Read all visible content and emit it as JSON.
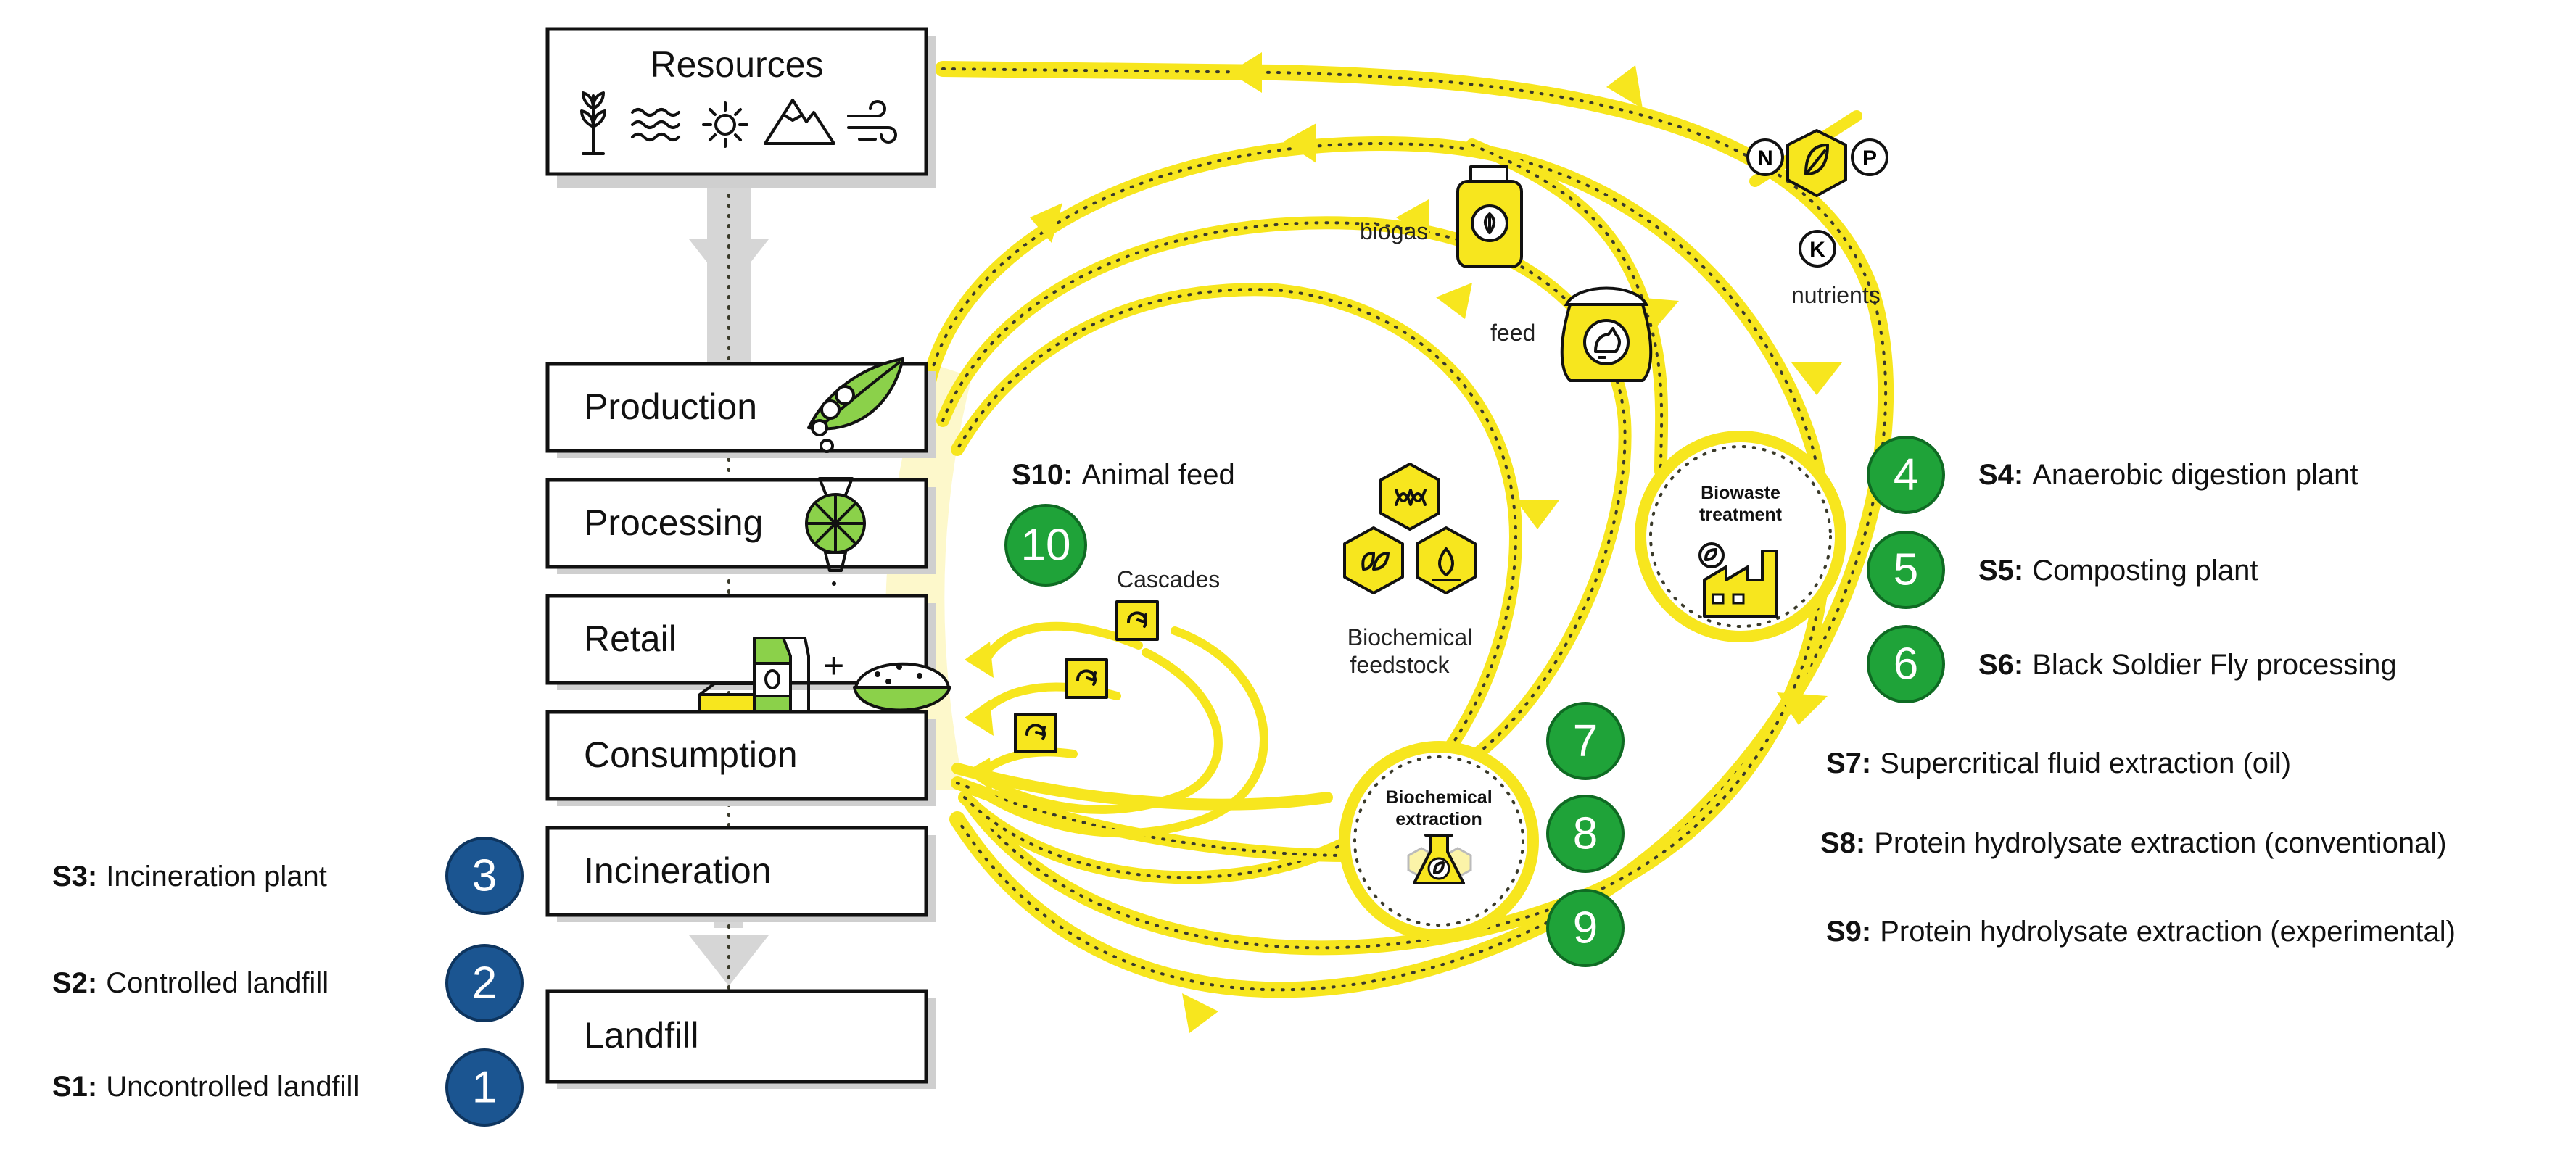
{
  "stages": {
    "resources": "Resources",
    "production": "Production",
    "processing": "Processing",
    "retail": "Retail",
    "consumption": "Consumption",
    "incineration": "Incineration",
    "landfill": "Landfill"
  },
  "icons": {
    "resources": [
      "plant-icon",
      "water-icon",
      "sun-icon",
      "mountain-icon",
      "wind-icon"
    ],
    "production": "pea-pod-icon",
    "processing": "grinder-icon",
    "retail": [
      "tofu-icon",
      "milk-carton-icon",
      "rice-bowl-icon"
    ],
    "biogas": "gas-cylinder-icon",
    "feed": "feed-sack-icon",
    "nutrients": "npk-icon",
    "biochemical_feedstock": "hexagon-cluster-icon",
    "biowaste_treatment": "factory-icon",
    "biochemical_extraction": "flask-icon",
    "cascades": "recycle-box-icon"
  },
  "retail_plus": "+",
  "labels": {
    "biogas": "biogas",
    "feed": "feed",
    "nutrients": "nutrients",
    "npk": [
      "N",
      "P",
      "K"
    ],
    "cascades": "Cascades",
    "biochemical_feedstock": [
      "Biochemical",
      "feedstock"
    ],
    "biowaste_treatment": [
      "Biowaste",
      "treatment"
    ],
    "biochemical_extraction": [
      "Biochemical",
      "extraction"
    ]
  },
  "scenarios_left": [
    {
      "num": "3",
      "id": "S3:",
      "text": "Incineration  plant"
    },
    {
      "num": "2",
      "id": "S2:",
      "text": "Controlled landfill"
    },
    {
      "num": "1",
      "id": "S1:",
      "text": "Uncontrolled landfill"
    }
  ],
  "scenario_s10": {
    "num": "10",
    "id": "S10:",
    "text": "Animal feed"
  },
  "scenarios_right": [
    {
      "num": "4",
      "id": "S4:",
      "text": "Anaerobic digestion plant"
    },
    {
      "num": "5",
      "id": "S5:",
      "text": "Composting plant"
    },
    {
      "num": "6",
      "id": "S6:",
      "text": "Black Soldier Fly processing"
    },
    {
      "num": "7",
      "id": "S7:",
      "text": "Supercritical fluid extraction (oil)"
    },
    {
      "num": "8",
      "id": "S8:",
      "text": "Protein hydrolysate extraction (conventional)"
    },
    {
      "num": "9",
      "id": "S9:",
      "text": "Protein hydrolysate extraction (experimental)"
    }
  ],
  "colors": {
    "flow_yellow": "#f7e61e",
    "badge_green": "#1fa339",
    "badge_blue": "#1b5591",
    "icon_green": "#8bd14a"
  }
}
